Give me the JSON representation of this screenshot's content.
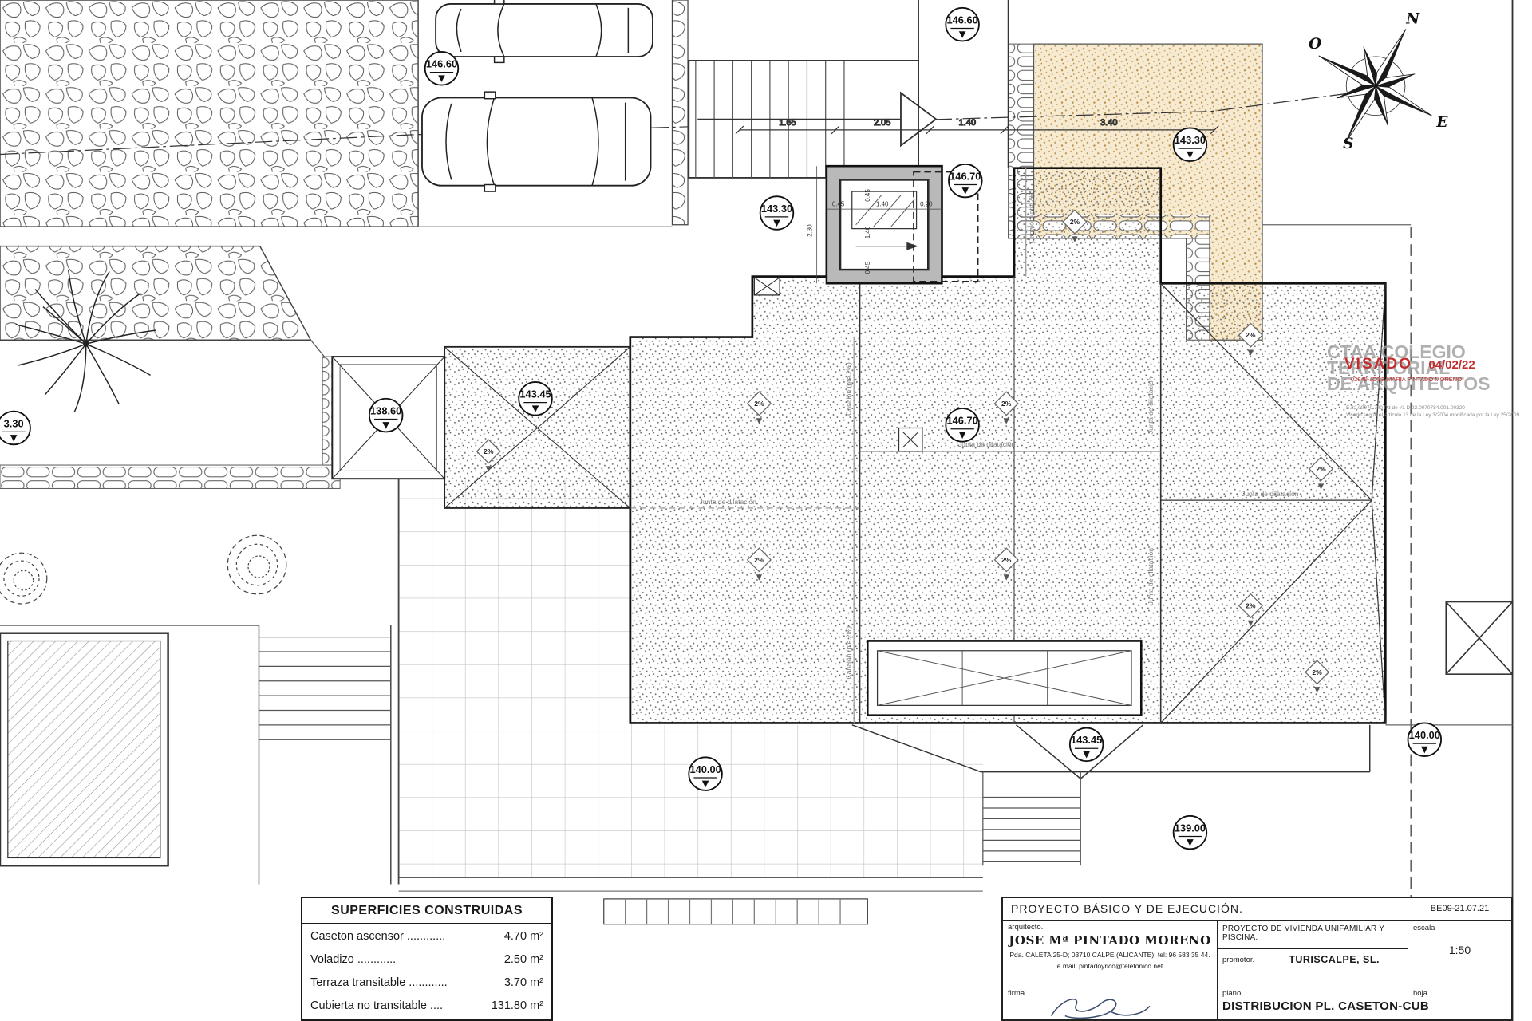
{
  "elevations": [
    "146.60",
    "146.60",
    "143.30",
    "146.70",
    "143.30",
    "138.60",
    "143.45",
    "146.70",
    "3.30",
    "140.00",
    "143.45",
    "139.00",
    "140.00"
  ],
  "dimensions": {
    "top": [
      "1.65",
      "2.05",
      "1.40",
      "3.40"
    ],
    "shaft_width": [
      "0.45",
      "1.40",
      "0.20"
    ],
    "shaft_height": "2.30",
    "shaft_inner": [
      "0.45",
      "1.40",
      "0.45"
    ]
  },
  "roof": {
    "slope": "2%",
    "joint": "Junta de dilatación",
    "gutter": "Canalón (pte.2%)"
  },
  "compass": {
    "n": "N",
    "s": "S",
    "e": "E",
    "o": "O"
  },
  "stamp": {
    "org_line1": "CTAA COLEGIO",
    "org_line2": "TERRITORIAL",
    "org_line3": "DE ARQUITECTOS",
    "visado_label": "VISADO",
    "visado_date": "04/02/22",
    "ref_line": "02949-JOSE MARIA PINTADO MORENO",
    "micro_line1": "E.22.00070.700     Pd de #1     D.22.0070784.001.00320",
    "micro_line2": "Visado según el artículo 13 de la Ley 3/2004 modificada por la Ley 25/2009"
  },
  "surfaces": {
    "title": "SUPERFICIES CONSTRUIDAS",
    "rows": [
      {
        "label": "Caseton ascensor ............",
        "value": "4.70 m²"
      },
      {
        "label": "Voladizo            ............",
        "value": "2.50 m²"
      },
      {
        "label": "Terraza transitable ............",
        "value": "3.70 m²"
      },
      {
        "label": "Cubierta no transitable ....",
        "value": "131.80 m²"
      }
    ]
  },
  "titleblock": {
    "header": "PROYECTO BÁSICO Y DE EJECUCIÓN.",
    "code": "BE09-21.07.21",
    "arquitecto_label": "arquitecto.",
    "architect_name": "JOSE Mª PINTADO MORENO",
    "architect_address": "Pda. CALETA 25-D; 03710 CALPE (ALICANTE); tel: 96 583 35 44.",
    "architect_email": "e.mail: pintadoyrico@telefonico.net",
    "project_desc": "PROYECTO DE VIVIENDA UNIFAMILIAR Y PISCINA.",
    "promotor_label": "promotor.",
    "promotor_name": "TURISCALPE, SL.",
    "escala_label": "escala",
    "escala_value": "1:50",
    "firma_label": "firma.",
    "plano_label": "plano.",
    "plano_value": "DISTRIBUCION PL. CASETON-CUB",
    "hoja_label": "hoja."
  }
}
